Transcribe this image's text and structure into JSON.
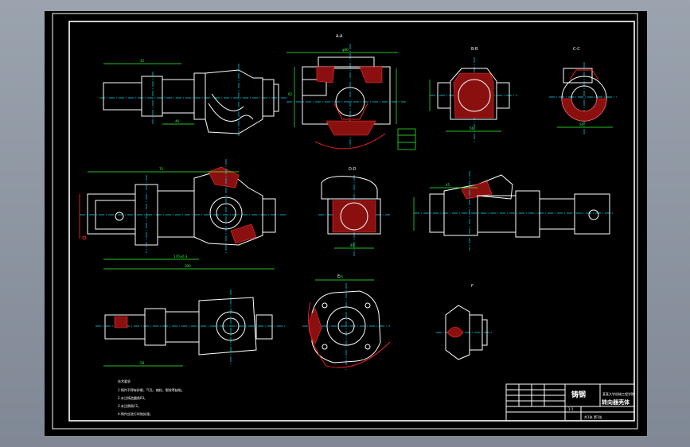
{
  "section_labels": {
    "aa": "A-A",
    "bb": "B-B",
    "cc": "C-C",
    "dd": "D-D",
    "ee": "E",
    "ff": "F"
  },
  "notes": {
    "title": "技术要求",
    "lines": [
      "1.铸件不得有砂眼、气孔、缩松、裂纹等缺陷。",
      "2.未注铸造圆角R3。",
      "3.未注倒角C1。",
      "4.铸件应进行时效处理。"
    ]
  },
  "title_block": {
    "material": "铸钢",
    "name": "转向器壳体",
    "company": "某某大学机械工程学院",
    "ratio": "1:1",
    "sheet": "共1张 第1张"
  },
  "colors": {
    "background": "#000000",
    "outline": "#ffffff",
    "dimension": "#33ff33",
    "centerline": "#00e0ff",
    "hatch": "#ff2020"
  }
}
